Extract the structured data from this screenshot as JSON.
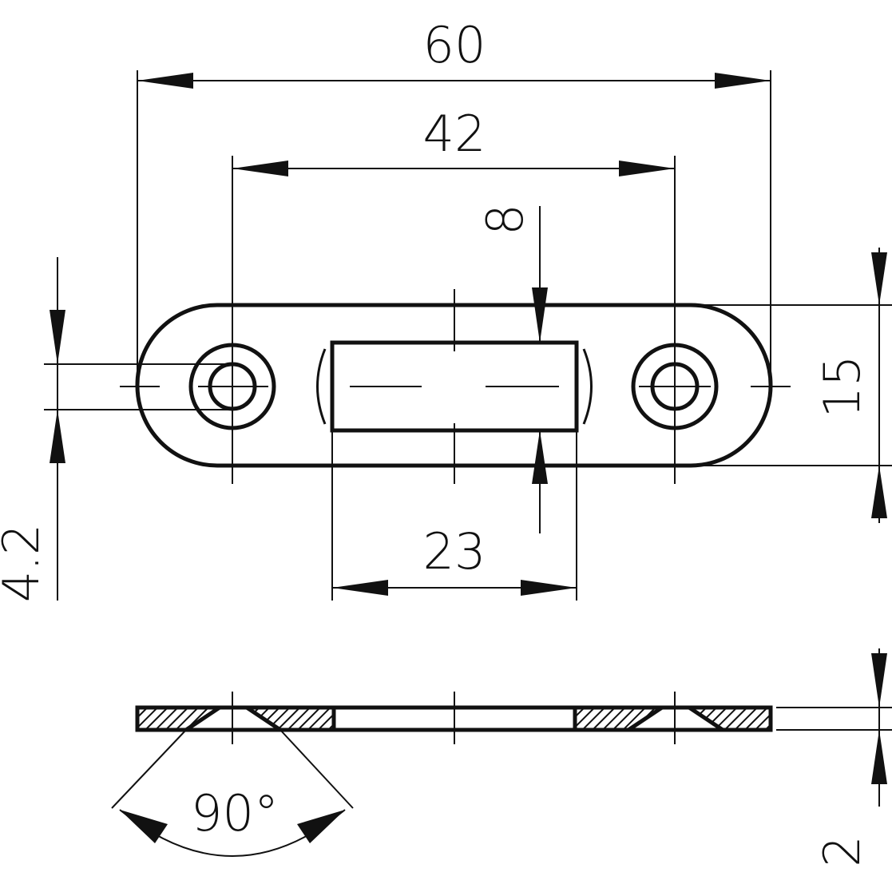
{
  "drawing": {
    "dimensions": {
      "overall_length": "60",
      "hole_spacing": "42",
      "slot_length": "23",
      "slot_width": "8",
      "plate_width": "15",
      "hole_diameter": "4.2",
      "thickness": "2",
      "countersink_angle": "90°"
    },
    "line_color": "#111111",
    "background_color": "#ffffff"
  }
}
